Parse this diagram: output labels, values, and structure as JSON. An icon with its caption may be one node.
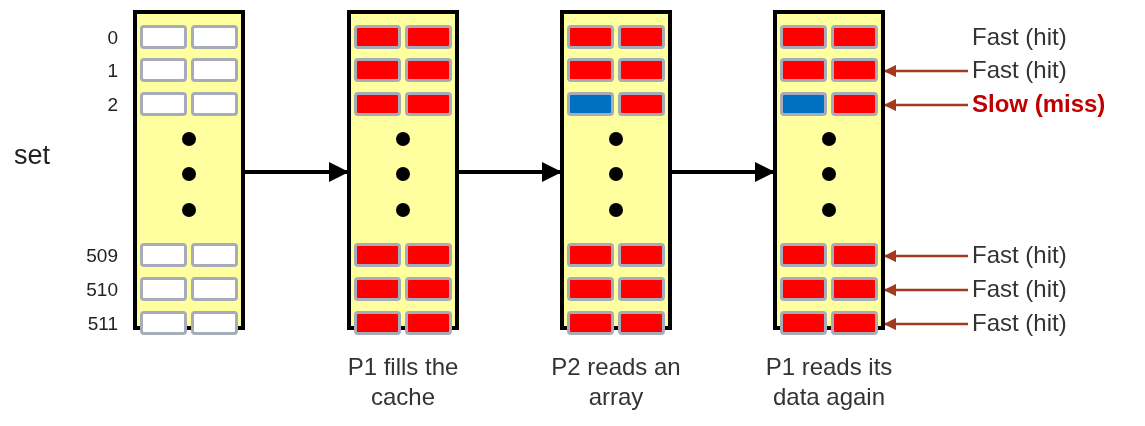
{
  "diagram": {
    "nodes": [
      {
        "text": [],
        "shape": "box"
      },
      {
        "text": [],
        "shape": "box",
        "beside": [
          "P1 fills the cache"
        ]
      },
      {
        "text": [],
        "shape": "box",
        "beside": [
          "P2 reads an array"
        ]
      },
      {
        "text": [],
        "shape": "box",
        "beside": [
          "P1 reads its data again"
        ]
      },
      {
        "text": [
          "Fast (hit)"
        ]
      },
      {
        "text": [
          "Slow (miss)"
        ]
      },
      {
        "text": [
          "Fast (hit)"
        ]
      },
      {
        "text": [
          "Fast (hit)"
        ]
      },
      {
        "text": [
          "Fast (hit)"
        ]
      }
    ],
    "edges": [
      {
        "from": 0,
        "to": 1,
        "arrow": "to",
        "color": "#000000"
      },
      {
        "from": 1,
        "to": 2,
        "arrow": "to",
        "color": "#000000"
      },
      {
        "from": 2,
        "to": 3,
        "arrow": "to",
        "color": "#000000"
      },
      {
        "from": 4,
        "to": 3,
        "arrow": "to",
        "color": "#a33a1f"
      },
      {
        "from": 5,
        "to": 3,
        "arrow": "to",
        "color": "#a33a1f"
      },
      {
        "from": 6,
        "to": 3,
        "arrow": "to",
        "color": "#a33a1f"
      },
      {
        "from": 7,
        "to": 3,
        "arrow": "to",
        "color": "#a33a1f"
      },
      {
        "from": 8,
        "to": 3,
        "arrow": "to",
        "color": "#a33a1f"
      }
    ],
    "labels": [
      "set",
      "0",
      "1",
      "2",
      "509",
      "510",
      "511",
      "Fast (hit)"
    ]
  }
}
